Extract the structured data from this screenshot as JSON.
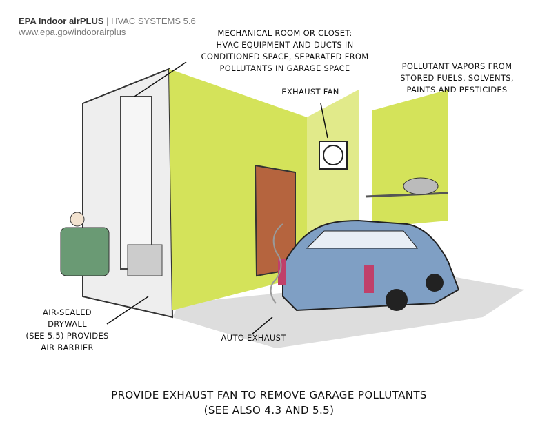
{
  "header": {
    "brand": "EPA Indoor airPLUS",
    "separator": " | ",
    "section": "HVAC SYSTEMS 5.6",
    "url": "www.epa.gov/indoorairplus"
  },
  "labels": {
    "mechanical_room": [
      "MECHANICAL ROOM OR CLOSET:",
      "HVAC EQUIPMENT AND DUCTS IN",
      "CONDITIONED SPACE, SEPARATED FROM",
      "POLLUTANTS IN GARAGE SPACE"
    ],
    "pollutant_vapors": [
      "POLLUTANT VAPORS FROM",
      "STORED FUELS, SOLVENTS,",
      "PAINTS AND PESTICIDES"
    ],
    "exhaust_fan": "EXHAUST FAN",
    "drywall": [
      "AIR-SEALED",
      "DRYWALL",
      "(SEE 5.5) PROVIDES",
      "AIR BARRIER"
    ],
    "auto_exhaust": "AUTO EXHAUST"
  },
  "caption": {
    "line1": "PROVIDE EXHAUST FAN TO REMOVE GARAGE POLLUTANTS",
    "line2": "(SEE ALSO 4.3 AND 5.5)"
  },
  "colors": {
    "wall": "#d4e35a",
    "car": "#7f9fc4",
    "door": "#b5643e",
    "taillight": "#c0406a"
  }
}
